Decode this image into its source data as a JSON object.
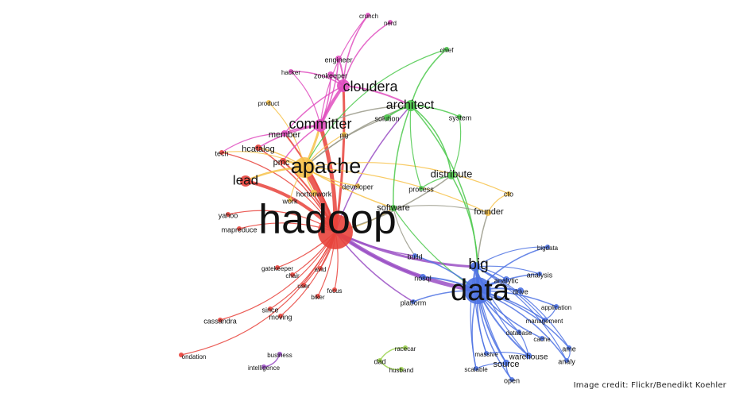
{
  "credit": "Image credit: Flickr/Benedikt Koehler",
  "colors": {
    "red": "#e8423b",
    "orange": "#f7c24a",
    "pink": "#e04fc0",
    "green": "#4cc94c",
    "blue": "#4d72e3",
    "purple": "#9a4fc4",
    "olive": "#9bd24f",
    "gray": "#9a9a8a"
  },
  "labels": {
    "hadoop": "hadoop",
    "apache": "apache",
    "data": "data",
    "big": "big",
    "cloudera": "cloudera",
    "committer": "committer",
    "architect": "architect",
    "lead": "lead",
    "distribute": "distribute",
    "software": "software",
    "founder": "founder",
    "cto": "cto",
    "crunch": "crunch",
    "nerd": "nerd",
    "chief": "chief",
    "engineer": "engineer",
    "hacker": "hacker",
    "zookeeper": "zookeeper",
    "product": "product",
    "solution": "solution",
    "system": "system",
    "member": "member",
    "pig": "pig",
    "hcatalog": "hcatalog",
    "tech": "tech",
    "pmc": "pmc",
    "hortonwork": "hortonwork",
    "developer": "developer",
    "work": "work",
    "process": "process",
    "yahoo": "yahoo",
    "mapreduce": "mapreduce",
    "build": "build",
    "nosql": "nosql",
    "platform": "platform",
    "gatekeeper": "gatekeeper",
    "chair": "chair",
    "avid": "avid",
    "user": "user",
    "focus": "focus",
    "biker": "biker",
    "since": "since",
    "moving": "moving",
    "cassandra": "cassandra",
    "foundation": "ondation",
    "business": "business",
    "intelligence": "intelligence",
    "racecar": "racecar",
    "dad": "dad",
    "husband": "husband",
    "bigdata": "bigdata",
    "analysis": "analysis",
    "analytic": "analytic",
    "drive": "drive",
    "application": "application",
    "management": "management",
    "database": "database",
    "cache": "cache",
    "ame": "ame",
    "massive": "massive",
    "warehouse": "warehouse",
    "analy": "analy",
    "scalable": "scalable",
    "source": "source",
    "open": "open"
  }
}
